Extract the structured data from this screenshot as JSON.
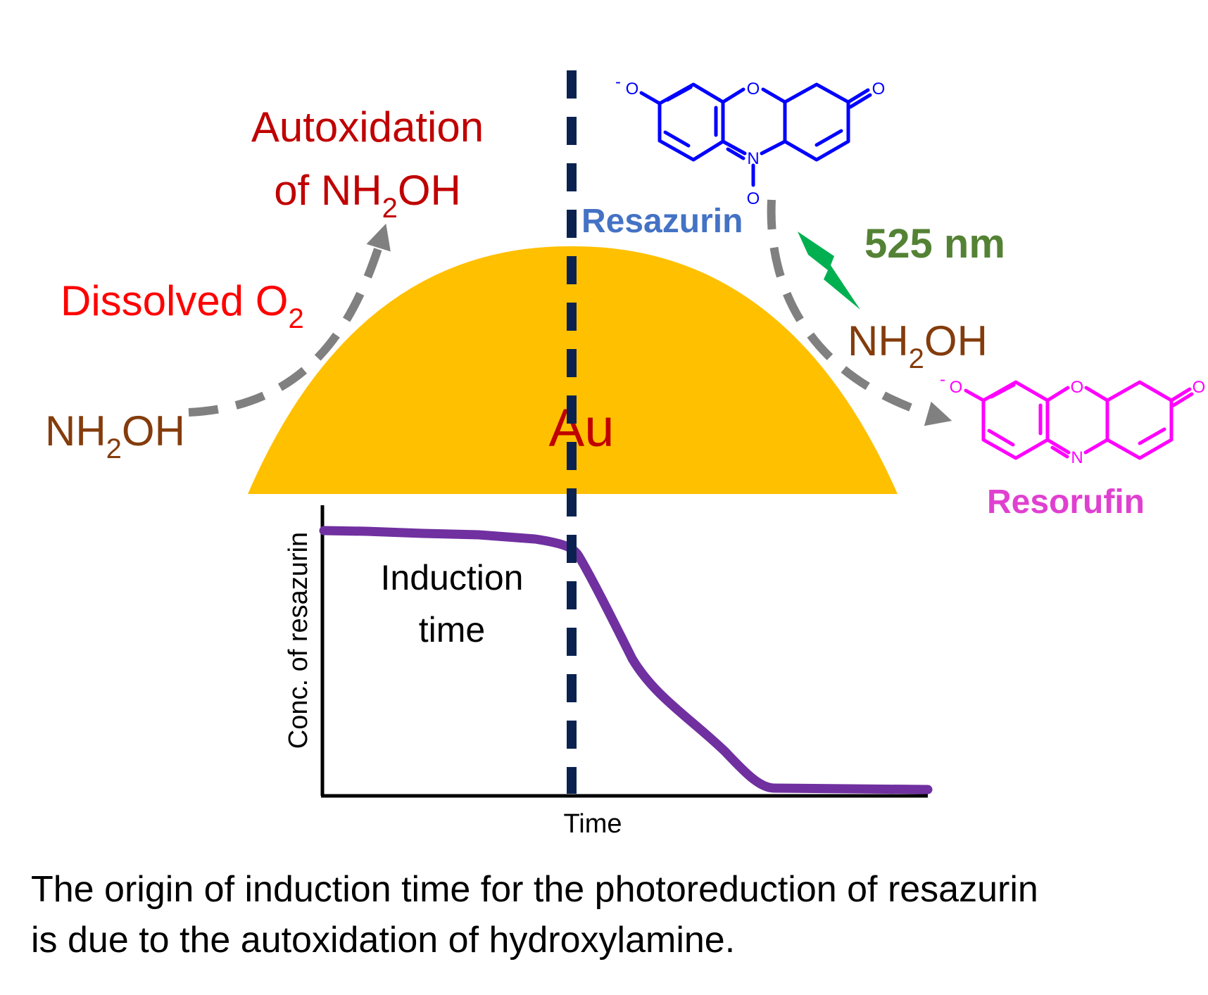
{
  "labels": {
    "autoxidation_line1": "Autoxidation",
    "autoxidation_line2_pre": "of NH",
    "autoxidation_line2_sub": "2",
    "autoxidation_line2_post": "OH",
    "dissolved_o2_pre": "Dissolved O",
    "dissolved_o2_sub": "2",
    "nh2oh_left_pre": "NH",
    "nh2oh_left_sub": "2",
    "nh2oh_left_post": "OH",
    "nh2oh_right_pre": "NH",
    "nh2oh_right_sub": "2",
    "nh2oh_right_post": "OH",
    "au": "Au",
    "resazurin": "Resazurin",
    "resorufin": "Resorufin",
    "wavelength": "525 nm",
    "induction_line1": "Induction",
    "induction_line2": "time"
  },
  "atoms": {
    "oxygen": "O",
    "nitrogen": "N",
    "minus": "-"
  },
  "plot": {
    "xlabel": "Time",
    "ylabel": "Conc. of resazurin"
  },
  "colors": {
    "au_dome": "#FFC000",
    "dashed_line": "#0B2250",
    "gray_arrow": "#808080",
    "autoxidation_text": "#C00000",
    "dissolved_text": "#FF0000",
    "nh2oh_text": "#843C0C",
    "resazurin_molecule": "#0000FF",
    "resazurin_text": "#4472C4",
    "resorufin_color": "#FF00FF",
    "resorufin_text": "#E040D0",
    "wavelength_text": "#548235",
    "lightning": "#00B050",
    "curve": "#7030A0"
  },
  "caption": {
    "line1": "The origin of induction time for the photoreduction of resazurin",
    "line2": "is due to the autoxidation of hydroxylamine."
  }
}
